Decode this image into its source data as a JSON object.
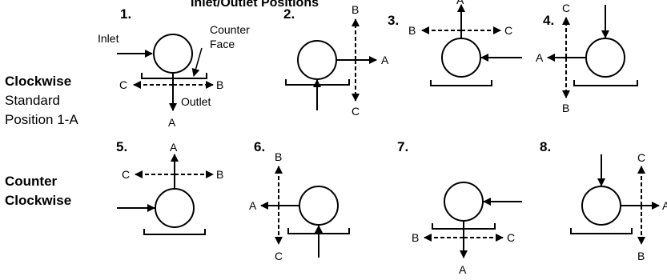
{
  "title": "Inlet/Outlet Positions",
  "row_labels": {
    "clockwise": {
      "line1": "Clockwise",
      "line2": "Standard",
      "line3": "Position 1-A"
    },
    "counter_clockwise": {
      "line1": "Counter",
      "line2": "Clockwise"
    }
  },
  "callouts": {
    "inlet": "Inlet",
    "counter_face_line1": "Counter",
    "counter_face_line2": "Face",
    "outlet": "Outlet"
  },
  "positions": [
    {
      "number": "1.",
      "labels": [
        "C",
        "B",
        "A"
      ]
    },
    {
      "number": "2.",
      "labels": [
        "B",
        "A",
        "C"
      ]
    },
    {
      "number": "3.",
      "labels": [
        "A",
        "B",
        "C"
      ]
    },
    {
      "number": "4.",
      "labels": [
        "C",
        "A",
        "B"
      ]
    },
    {
      "number": "5.",
      "labels": [
        "A",
        "C",
        "B"
      ]
    },
    {
      "number": "6.",
      "labels": [
        "B",
        "A",
        "C"
      ]
    },
    {
      "number": "7.",
      "labels": [
        "B",
        "C",
        "A"
      ]
    },
    {
      "number": "8.",
      "labels": [
        "C",
        "A",
        "B"
      ]
    }
  ]
}
